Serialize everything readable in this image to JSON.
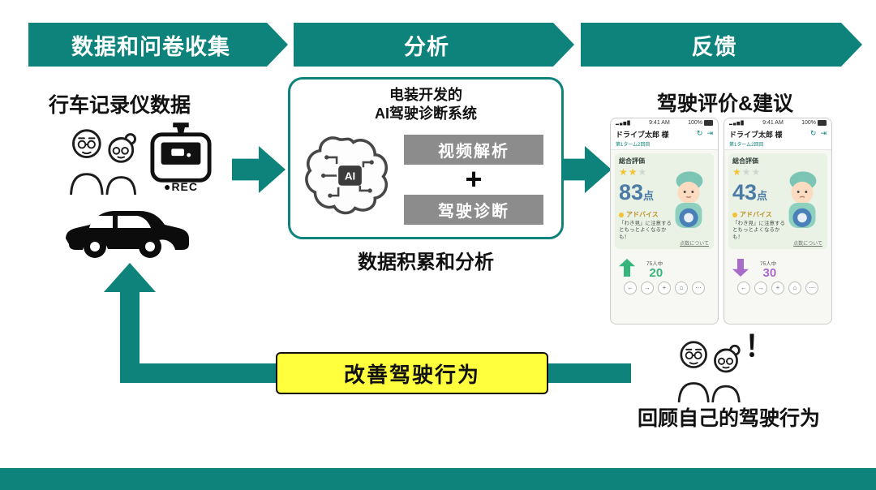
{
  "banners": [
    {
      "label": "数据和问卷收集"
    },
    {
      "label": "分析"
    },
    {
      "label": "反馈"
    }
  ],
  "collection": {
    "title": "行车记录仪数据",
    "rec_label": "●REC"
  },
  "analysis": {
    "title_line1": "电装开发的",
    "title_line2": "AI驾驶诊断系统",
    "ai_chip_label": "AI",
    "step1": "视频解析",
    "plus": "+",
    "step2": "驾驶诊断",
    "caption": "数据积累和分析"
  },
  "feedback": {
    "title": "驾驶评价&建议",
    "nav_icons": [
      "←",
      "→",
      "+",
      "⌂",
      "⋯"
    ],
    "phones": [
      {
        "status_time": "9:41 AM",
        "status_battery": "100%",
        "user_name": "ドライブ太郎 様",
        "user_sub": "第1ターム2回目",
        "eval_label": "総合評価",
        "stars_filled": "★★",
        "stars_empty": "★",
        "score": "83",
        "score_unit": "点",
        "advice_label": "アドバイス",
        "advice_text": "「わき見」に注意するともっとよくなるかも！",
        "score_info_link": "点数について",
        "rank_total": "75人中",
        "rank_value": "20",
        "trend": "up"
      },
      {
        "status_time": "9:41 AM",
        "status_battery": "100%",
        "user_name": "ドライブ太郎 様",
        "user_sub": "第1ターム2回目",
        "eval_label": "総合評価",
        "stars_filled": "★",
        "stars_empty": "★★",
        "score": "43",
        "score_unit": "点",
        "advice_label": "アドバイス",
        "advice_text": "「わき見」に注意するともっとよくなるかも！",
        "score_info_link": "点数について",
        "rank_total": "75人中",
        "rank_value": "30",
        "trend": "down"
      }
    ]
  },
  "loop": {
    "improve_label": "改善驾驶行为",
    "exclamation": "！",
    "review_label": "回顾自己的驾驶行为"
  },
  "colors": {
    "teal": "#0d837b",
    "yellow": "#ffff3e",
    "gray_step": "#8c8c8c",
    "score_blue": "#4a7ca6",
    "trend_up_green": "#35b57c",
    "trend_down_purple": "#a86bc9"
  }
}
